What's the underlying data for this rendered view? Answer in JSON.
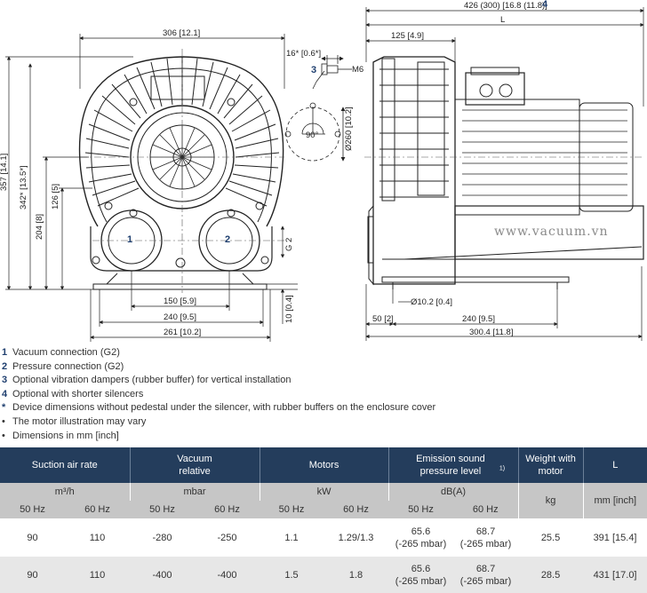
{
  "dimensions": {
    "front_width": "306 [12.1]",
    "front_height": "357 [14.1]",
    "front_height_alt": "342* [13.5*]",
    "center_height": "204 [8]",
    "port_height": "126 [5]",
    "ports_spacing": "150 [5.9]",
    "mount_inner": "240 [9.5]",
    "base_width": "261 [10.2]",
    "base_thickness": "10 [0.4]",
    "thread": "G 2",
    "damper_offset": "16* [0.6*]",
    "damper_thread": "M6",
    "damper_circle": "Ø260 [10.2]",
    "damper_angle": "90°",
    "overall_length": "426 (300) [16.8 (11.8)]",
    "length_label": "L",
    "housing_depth": "125 [4.9]",
    "hole_dia": "Ø10.2 [0.4]",
    "side_offset": "50 [2]",
    "side_mount": "240 [9.5]",
    "side_base": "300.4 [11.8]"
  },
  "callouts": {
    "port1": "1",
    "port2": "2",
    "damper": "3",
    "silencer": "4"
  },
  "watermark": "www.vacuum.vn",
  "legend": [
    {
      "key": "1",
      "text": "Vacuum connection (G2)"
    },
    {
      "key": "2",
      "text": "Pressure connection (G2)"
    },
    {
      "key": "3",
      "text": "Optional vibration dampers (rubber buffer) for vertical installation"
    },
    {
      "key": "4",
      "text": "Optional with shorter silencers"
    },
    {
      "key": "*",
      "text": "Device dimensions without pedestal under the silencer, with rubber buffers on the enclosure cover"
    },
    {
      "key": "•",
      "text": "The motor illustration may vary"
    },
    {
      "key": "•",
      "text": "Dimensions in mm [inch]"
    }
  ],
  "table": {
    "headers": {
      "suction": "Suction air rate",
      "vacuum": "Vacuum relative",
      "motors": "Motors",
      "sound": "Emission sound pressure level",
      "sound_note": "1)",
      "weight": "Weight with motor",
      "length": "L"
    },
    "units": {
      "suction": "m³/h",
      "vacuum": "mbar",
      "motors": "kW",
      "sound": "dB(A)",
      "weight": "kg",
      "length": "mm [inch]"
    },
    "freq": {
      "f50": "50 Hz",
      "f60": "60 Hz"
    },
    "rows": [
      {
        "suction_50": "90",
        "suction_60": "110",
        "vacuum_50": "-280",
        "vacuum_60": "-250",
        "motor_50": "1.1",
        "motor_60": "1.29/1.3",
        "sound_50": "65.6",
        "sound_50_note": "(-265 mbar)",
        "sound_60": "68.7",
        "sound_60_note": "(-265 mbar)",
        "weight": "25.5",
        "length": "391 [15.4]"
      },
      {
        "suction_50": "90",
        "suction_60": "110",
        "vacuum_50": "-400",
        "vacuum_60": "-400",
        "motor_50": "1.5",
        "motor_60": "1.8",
        "sound_50": "65.6",
        "sound_50_note": "(-265 mbar)",
        "sound_60": "68.7",
        "sound_60_note": "(-265 mbar)",
        "weight": "28.5",
        "length": "431 [17.0]"
      }
    ]
  }
}
